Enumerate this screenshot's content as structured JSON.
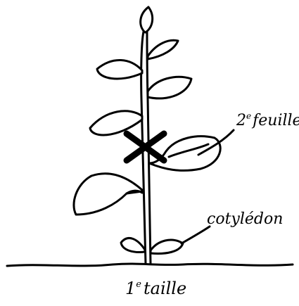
{
  "labels": {
    "leaf_label_number": "2",
    "leaf_label_sup": "e",
    "leaf_label_word": "feuille",
    "cotyledon_label": "cotylédon",
    "caption_number": "1",
    "caption_sup": "e",
    "caption_word": "taille"
  },
  "colors": {
    "ink": "#000000",
    "paper": "#ffffff"
  },
  "marks": {
    "cut_mark": "x-cut-mark"
  }
}
